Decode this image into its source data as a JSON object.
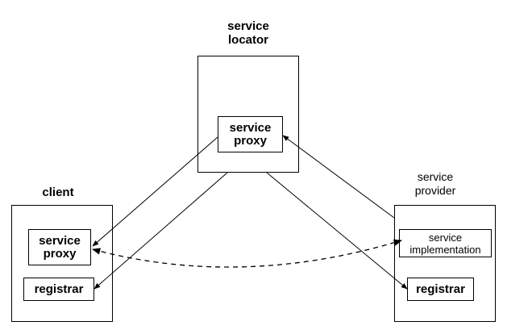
{
  "locator": {
    "title_line1": "service",
    "title_line2": "locator",
    "proxy_line1": "service",
    "proxy_line2": "proxy"
  },
  "client": {
    "title": "client",
    "proxy_line1": "service",
    "proxy_line2": "proxy",
    "registrar": "registrar"
  },
  "provider": {
    "title_line1": "service",
    "title_line2": "provider",
    "impl_line1": "service",
    "impl_line2": "implementation",
    "registrar": "registrar"
  }
}
